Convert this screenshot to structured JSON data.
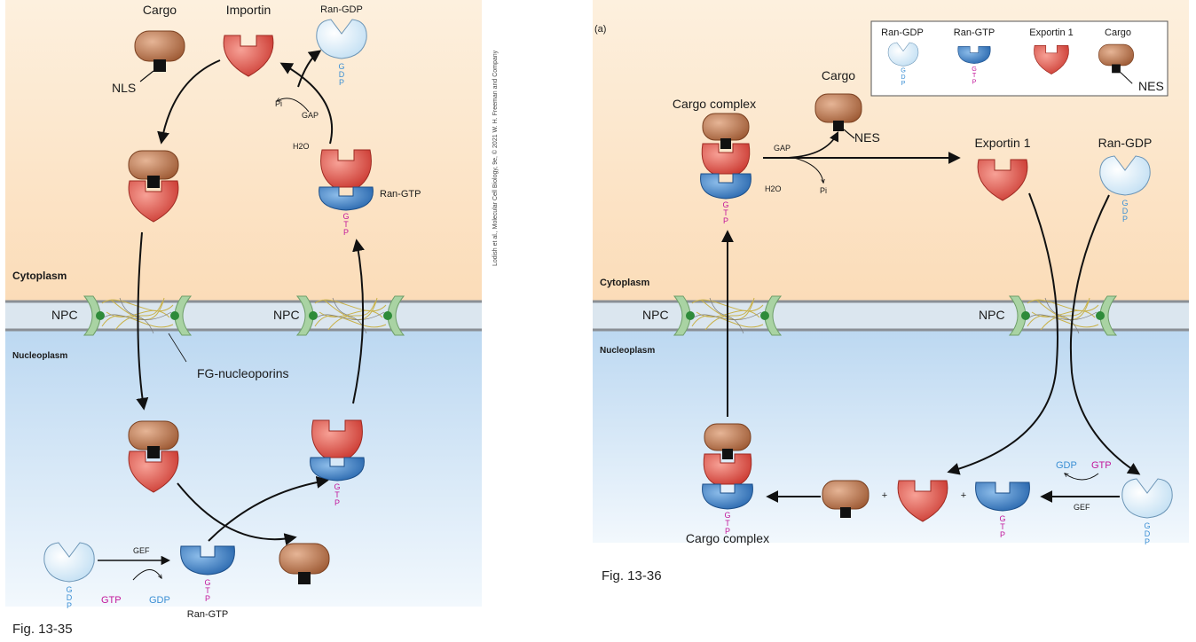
{
  "fig35": {
    "label_cargo": "Cargo",
    "label_importin": "Importin",
    "label_ran_gdp": "Ran-GDP",
    "label_nls": "NLS",
    "label_gap": "GAP",
    "label_pi": "Pi",
    "label_h2o": "H2O",
    "label_ran_gtp_top": "Ran-GTP",
    "label_cytoplasm": "Cytoplasm",
    "label_nucleoplasm": "Nucleoplasm",
    "label_npc_left": "NPC",
    "label_npc_right": "NPC",
    "label_fg": "FG-nucleoporins",
    "label_gef": "GEF",
    "label_gtp": "GTP",
    "label_gdp": "GDP",
    "label_ran_gtp_bottom": "Ran-GTP",
    "caption": "Fig. 13-35",
    "credit": "Lodish et al., Molecular Cell Biology, 9e, © 2021 W. H. Freeman and Company"
  },
  "fig36": {
    "panel": "(a)",
    "legend": [
      "Ran-GDP",
      "Ran-GTP",
      "Exportin 1",
      "Cargo"
    ],
    "legend_nes": "NES",
    "label_cargo": "Cargo",
    "label_nes": "NES",
    "label_cargo_complex_top": "Cargo complex",
    "label_gap": "GAP",
    "label_h2o": "H2O",
    "label_pi": "Pi",
    "label_exportin": "Exportin 1",
    "label_ran_gdp": "Ran-GDP",
    "label_cytoplasm": "Cytoplasm",
    "label_nucleoplasm": "Nucleoplasm",
    "label_npc_left": "NPC",
    "label_npc_right": "NPC",
    "label_gdp": "GDP",
    "label_gtp": "GTP",
    "label_gef": "GEF",
    "plus": "+",
    "label_cargo_complex_bottom": "Cargo complex",
    "caption": "Fig. 13-36"
  },
  "colors": {
    "cytoplasm": "#fbe6cc",
    "nucleoplasm": "#cfe3f5",
    "cargo": "#b8734e",
    "importin": "#dc4a3e",
    "ran_gdp": "#dceef9",
    "ran_gtp": "#3b7fc4",
    "gtp_text": "#c2189b",
    "gdp_text": "#3b8fd4"
  }
}
